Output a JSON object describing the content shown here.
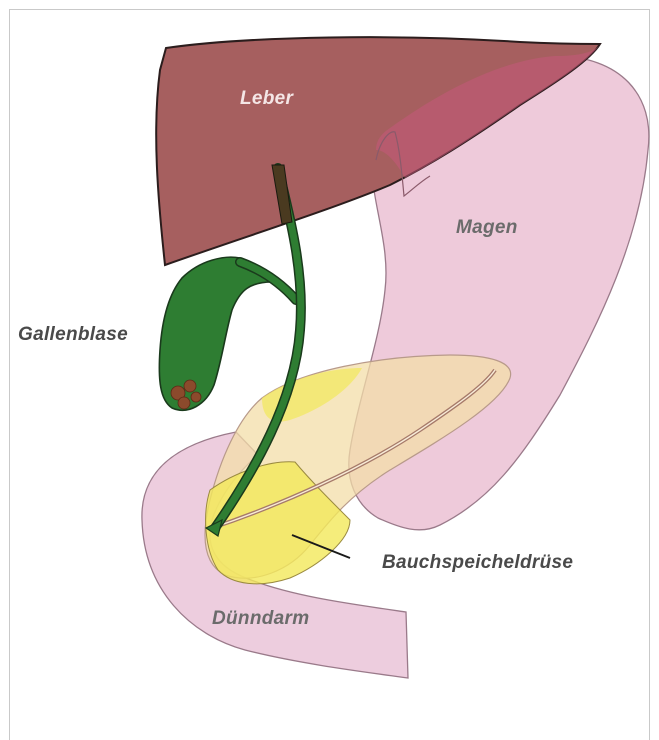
{
  "diagram": {
    "labels": {
      "liver": "Leber",
      "stomach": "Magen",
      "gallbladder": "Gallenblase",
      "pancreas": "Bauchspeicheldrüse",
      "small_intestine": "Dünndarm"
    },
    "colors": {
      "liver_fill": "#a65f5f",
      "liver_text": "#f4e6e6",
      "stomach_fill": "#ecc4d6",
      "intestine_fill": "#eccadc",
      "gallbladder_fill": "#2e7d32",
      "gallstones": "#8b4a2c",
      "pancreas_fill": "#f3dea8",
      "duct_fill": "#f2e85a",
      "label_text": "#4a4a4a",
      "label_text_stomach": "#6b6b6b",
      "outline": "#3a2a2a"
    }
  }
}
